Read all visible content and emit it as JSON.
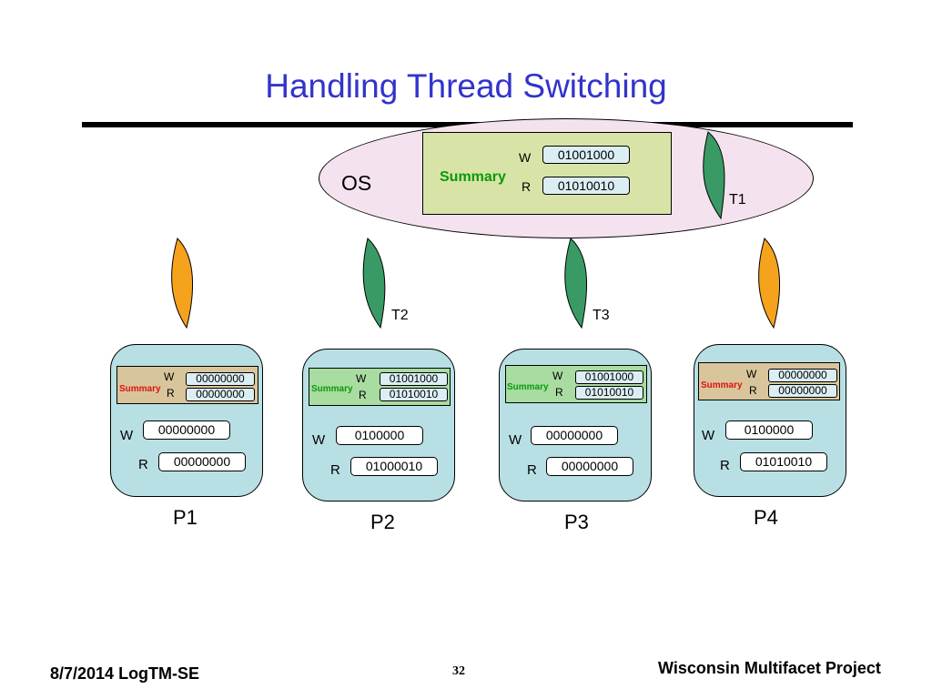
{
  "title": "Handling Thread Switching",
  "os": {
    "label": "OS",
    "summary_label": "Summary",
    "w_label": "W",
    "r_label": "R",
    "w_value": "01001000",
    "r_value": "01010010",
    "thread": "T1"
  },
  "threads": [
    "T2",
    "T3"
  ],
  "colors": {
    "orange_thread": "#f5a21d",
    "green_thread": "#3a9a66",
    "title": "#3333cc"
  },
  "processors": [
    {
      "name": "P1",
      "summary_label": "Summary",
      "summary_color": "#e01010",
      "sum_w": "00000000",
      "sum_r": "00000000",
      "w": "00000000",
      "r": "00000000"
    },
    {
      "name": "P2",
      "summary_label": "Summary",
      "summary_color": "#0a9a0a",
      "sum_w": "01001000",
      "sum_r": "01010010",
      "w": "0100000",
      "r": "01000010"
    },
    {
      "name": "P3",
      "summary_label": "Summary",
      "summary_color": "#0a9a0a",
      "sum_w": "01001000",
      "sum_r": "01010010",
      "w": "00000000",
      "r": "00000000"
    },
    {
      "name": "P4",
      "summary_label": "Summary",
      "summary_color": "#e01010",
      "sum_w": "00000000",
      "sum_r": "00000000",
      "w": "0100000",
      "r": "01010010"
    }
  ],
  "labels": {
    "w": "W",
    "r": "R"
  },
  "footer": {
    "left": "8/7/2014 LogTM-SE",
    "page": "32",
    "right": "Wisconsin Multifacet Project"
  }
}
